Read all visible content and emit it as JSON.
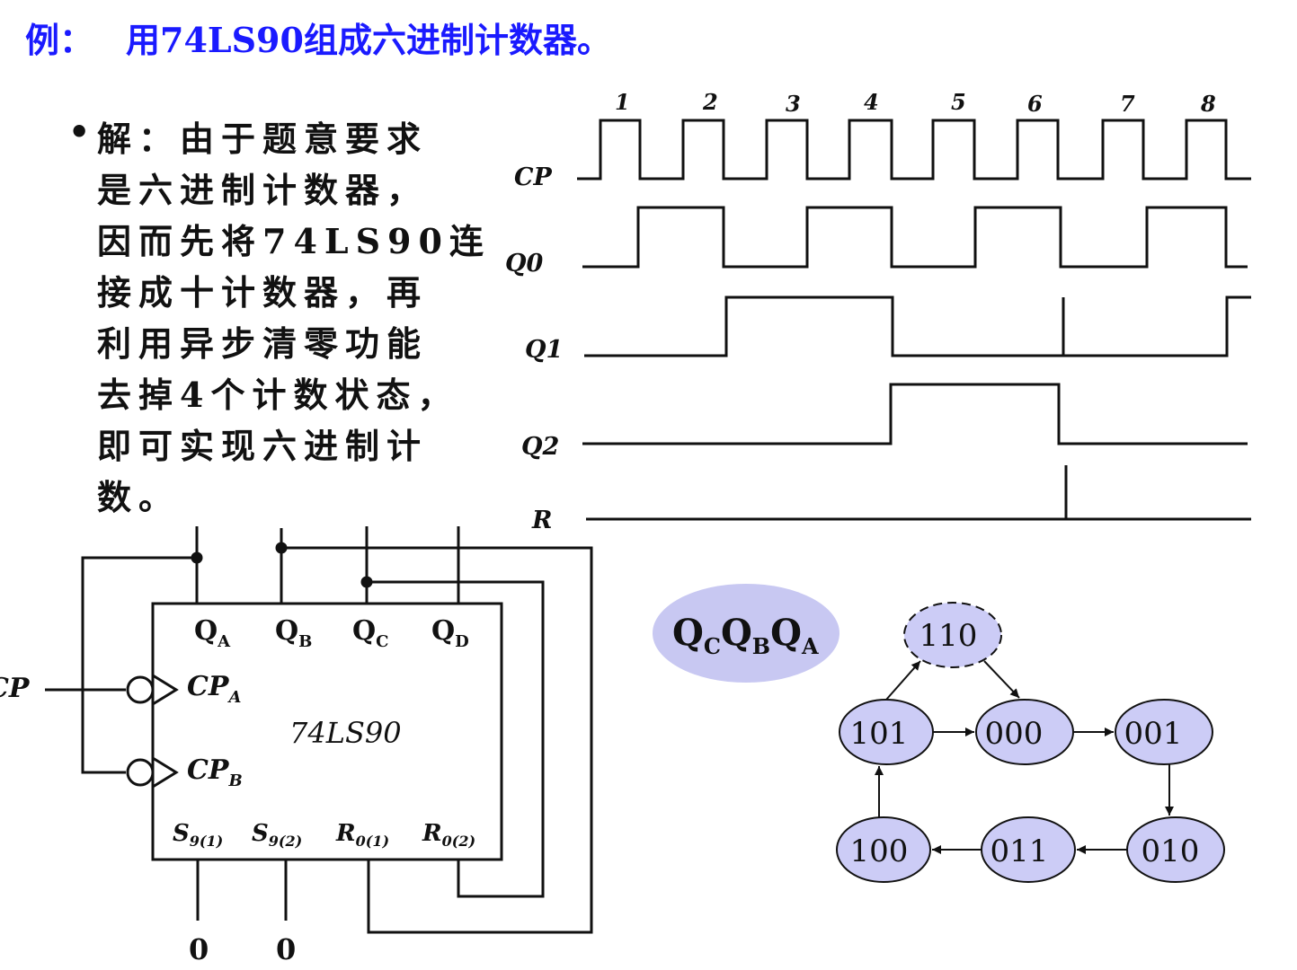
{
  "title": {
    "prefix": "例：",
    "text": "用74LS90组成六进制计数器。"
  },
  "explanation": {
    "bullet": "•",
    "lines": [
      "解：由于题意要求",
      "是六进制计数器，",
      "因而先将74LS90连",
      "接成十计数器，再",
      "利用异步清零功能",
      "去掉4个计数状态，",
      "即可实现六进制计",
      "数。"
    ]
  },
  "timing": {
    "clock_numbers": [
      "1",
      "2",
      "3",
      "4",
      "5",
      "6",
      "7",
      "8"
    ],
    "signals": [
      "CP",
      "Q0",
      "Q1",
      "Q2",
      "R"
    ]
  },
  "circuit": {
    "chip": "74LS90",
    "outputs": [
      {
        "main": "Q",
        "sub": "A"
      },
      {
        "main": "Q",
        "sub": "B"
      },
      {
        "main": "Q",
        "sub": "C"
      },
      {
        "main": "Q",
        "sub": "D"
      }
    ],
    "clock_inputs": [
      {
        "main": "CP",
        "sub": "A"
      },
      {
        "main": "CP",
        "sub": "B"
      }
    ],
    "bottom_pins": [
      {
        "main": "S",
        "sub": "9(1)"
      },
      {
        "main": "S",
        "sub": "9(2)"
      },
      {
        "main": "R",
        "sub": "0(1)"
      },
      {
        "main": "R",
        "sub": "0(2)"
      }
    ],
    "input_label": "CP",
    "tie_values": [
      "0",
      "0"
    ]
  },
  "state_diagram": {
    "header": [
      {
        "main": "Q",
        "sub": "C"
      },
      {
        "main": "Q",
        "sub": "B"
      },
      {
        "main": "Q",
        "sub": "A"
      }
    ],
    "states": [
      "110",
      "101",
      "000",
      "001",
      "100",
      "011",
      "010"
    ]
  },
  "colors": {
    "title": "#1a1aff",
    "state_fill": "#ccccf6",
    "header_fill": "#c8c8f2",
    "ink": "#111111"
  }
}
